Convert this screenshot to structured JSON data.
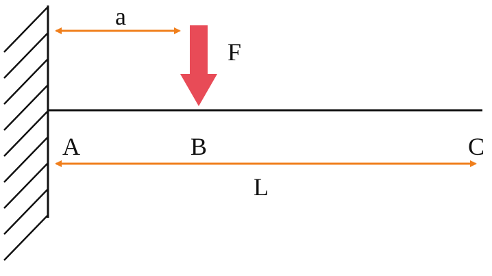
{
  "labels": {
    "dim_a": "a",
    "force": "F",
    "point_a": "A",
    "point_b": "B",
    "point_c": "C",
    "dim_l": "L"
  },
  "colors": {
    "dimension_arrow": "#f07f1c",
    "force_arrow": "#e84b57",
    "beam": "#111111",
    "wall": "#111111"
  },
  "icons": {
    "wall": "fixed-support-hatch-icon",
    "force": "down-arrow-icon"
  }
}
